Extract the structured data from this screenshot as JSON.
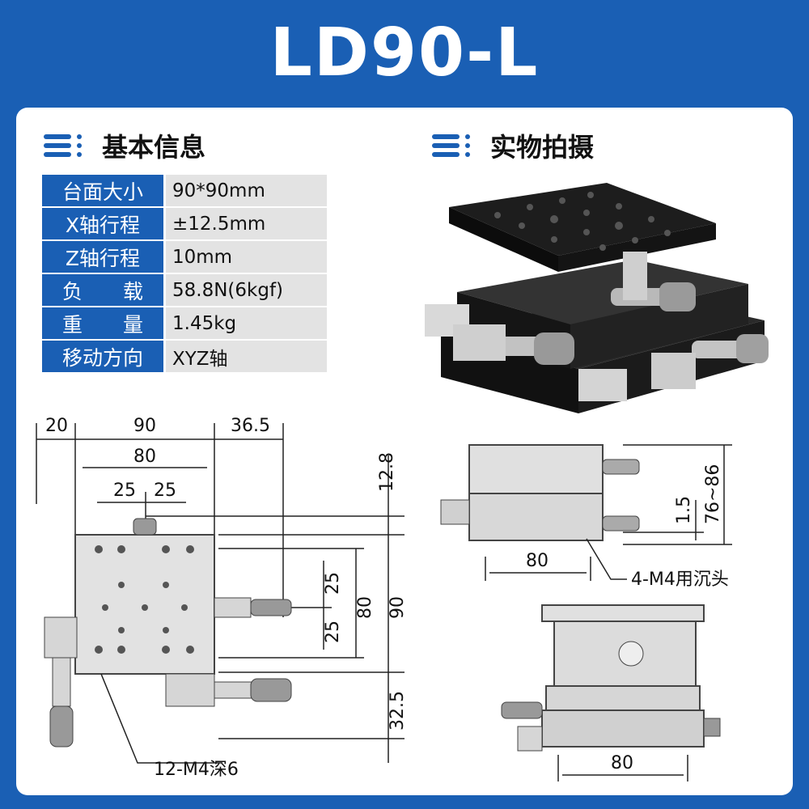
{
  "header": {
    "title": "LD90-L"
  },
  "sections": {
    "basic_info": "基本信息",
    "photo": "实物拍摄"
  },
  "specs": [
    {
      "label": "台面大小",
      "value": "90*90mm"
    },
    {
      "label": "X轴行程",
      "value": "±12.5mm"
    },
    {
      "label": "Z轴行程",
      "value": "10mm"
    },
    {
      "label": "负　　载",
      "value": "58.8N(6kgf)"
    },
    {
      "label": "重　　量",
      "value": "1.45kg"
    },
    {
      "label": "移动方向",
      "value": "XYZ轴"
    }
  ],
  "drawing_left": {
    "dim_20": "20",
    "dim_90_top": "90",
    "dim_36_5": "36.5",
    "dim_80_top": "80",
    "dim_25a": "25",
    "dim_25b": "25",
    "dim_12_8": "12.8",
    "dim_25_up": "25",
    "dim_25_down": "25",
    "dim_80_side": "80",
    "dim_90_side": "90",
    "dim_32_5": "32.5",
    "hole_note": "12-M4深6"
  },
  "drawing_right": {
    "dim_1_5": "1.5",
    "dim_76_86": "76~86",
    "dim_80_a": "80",
    "hole_note": "4-M4用沉头",
    "dim_80_b": "80"
  },
  "colors": {
    "brand_blue": "#1a5fb4",
    "table_value_bg": "#e3e3e3"
  }
}
